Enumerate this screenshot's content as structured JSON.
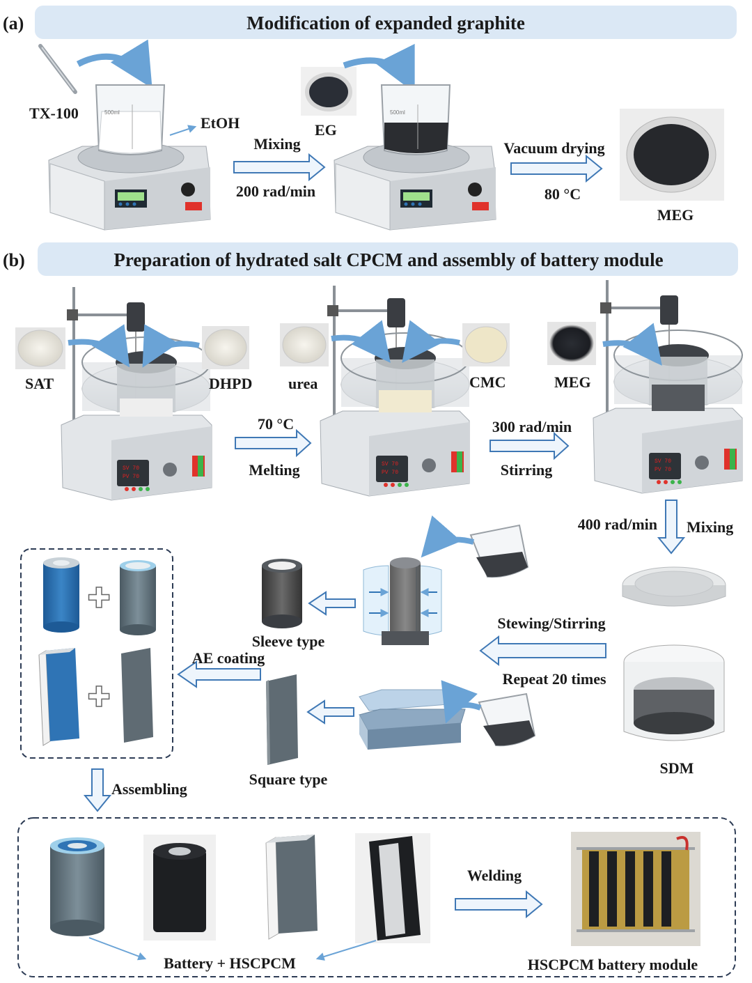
{
  "panel_a": {
    "tag": "(a)",
    "title": "Modification of expanded graphite",
    "tx100": "TX-100",
    "etoh": "EtOH",
    "beaker_volume": "500ml",
    "eg": "EG",
    "step1_top": "Mixing",
    "step1_bottom": "200 rad/min",
    "step2_top": "Vacuum drying",
    "step2_bottom": "80 °C",
    "product": "MEG"
  },
  "panel_b": {
    "tag": "(b)",
    "title": "Preparation of hydrated salt CPCM and assembly of battery module",
    "sat": "SAT",
    "dhpd": "DHPD",
    "urea": "urea",
    "cmc": "CMC",
    "meg": "MEG",
    "display_sv": "SV 70",
    "display_pv": "PV 70",
    "melt_top": "70 °C",
    "melt_bottom": "Melting",
    "stir_top": "300 rad/min",
    "stir_bottom": "Stirring",
    "mix_left": "400 rad/min",
    "mix_right": "Mixing",
    "stewing": "Stewing/Stirring",
    "repeat": "Repeat 20 times",
    "sdm": "SDM",
    "sleeve": "Sleeve type",
    "square": "Square type",
    "ae_coating": "AE coating",
    "assembling": "Assembling",
    "welding": "Welding",
    "battery_hscpcm": "Battery + HSCPCM",
    "module": "HSCPCM battery module"
  },
  "colors": {
    "banner": "#dbe8f5",
    "arrow_stroke": "#3f78b5",
    "arrow_fill": "#eef5fc",
    "curve_arrow": "#6aa3d6",
    "battery_blue": "#2f74b5",
    "sleeve_gray": "#5b6a73"
  }
}
